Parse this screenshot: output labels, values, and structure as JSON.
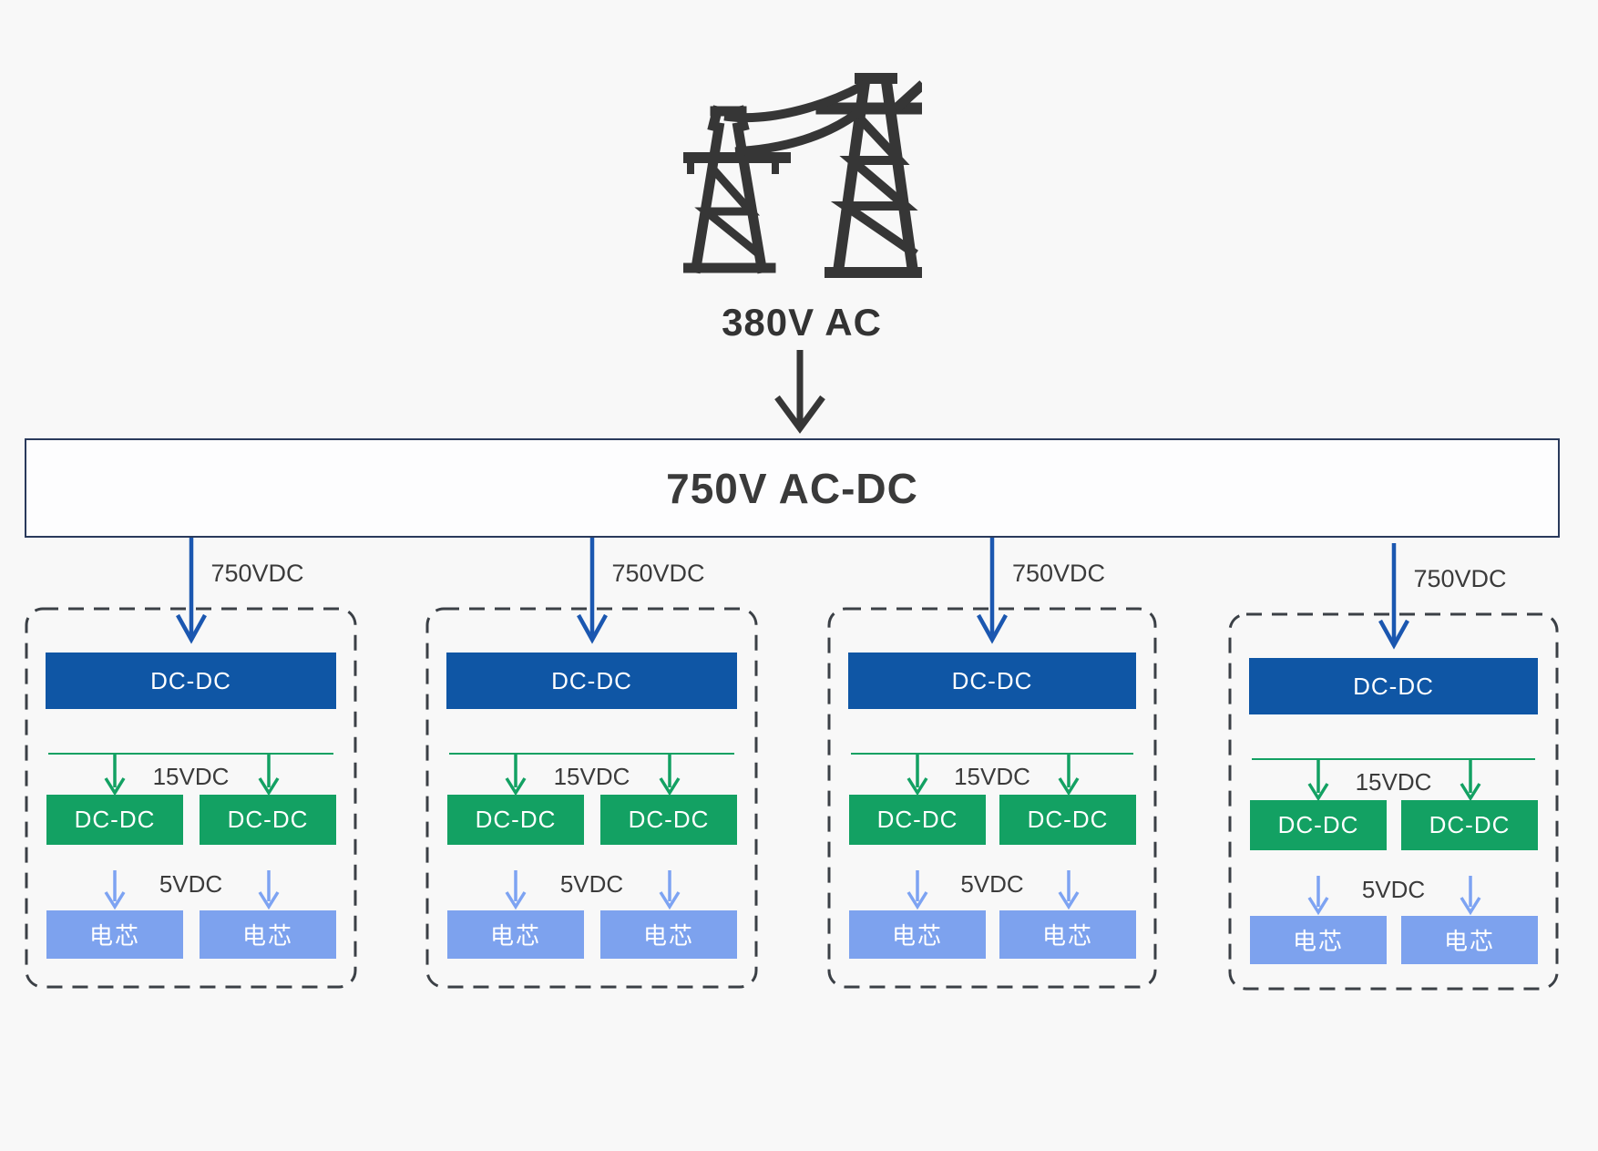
{
  "source": {
    "icon": "transmission-tower-icon",
    "label": "380V AC"
  },
  "converter": {
    "label": "750V AC-DC"
  },
  "groups": [
    {
      "input_label": "750VDC",
      "primary_dcdc": "DC-DC",
      "mid_voltage": "15VDC",
      "secondary_dcdc_left": "DC-DC",
      "secondary_dcdc_right": "DC-DC",
      "low_voltage": "5VDC",
      "cell_left": "电芯",
      "cell_right": "电芯"
    },
    {
      "input_label": "750VDC",
      "primary_dcdc": "DC-DC",
      "mid_voltage": "15VDC",
      "secondary_dcdc_left": "DC-DC",
      "secondary_dcdc_right": "DC-DC",
      "low_voltage": "5VDC",
      "cell_left": "电芯",
      "cell_right": "电芯"
    },
    {
      "input_label": "750VDC",
      "primary_dcdc": "DC-DC",
      "mid_voltage": "15VDC",
      "secondary_dcdc_left": "DC-DC",
      "secondary_dcdc_right": "DC-DC",
      "low_voltage": "5VDC",
      "cell_left": "电芯",
      "cell_right": "电芯"
    },
    {
      "input_label": "750VDC",
      "primary_dcdc": "DC-DC",
      "mid_voltage": "15VDC",
      "secondary_dcdc_left": "DC-DC",
      "secondary_dcdc_right": "DC-DC",
      "low_voltage": "5VDC",
      "cell_left": "电芯",
      "cell_right": "电芯"
    }
  ],
  "palette": {
    "background": "#F8F8F8",
    "primary_blue": "#0F56A5",
    "green": "#13A163",
    "cell_blue": "#7DA2EE",
    "arrow_blue": "#1B57B0",
    "arrow_green": "#13A163",
    "arrow_cell_blue": "#7DA3F2",
    "icon_dark": "#363636",
    "converter_border": "#2A3A5C",
    "dashed_border": "#3B4046"
  }
}
